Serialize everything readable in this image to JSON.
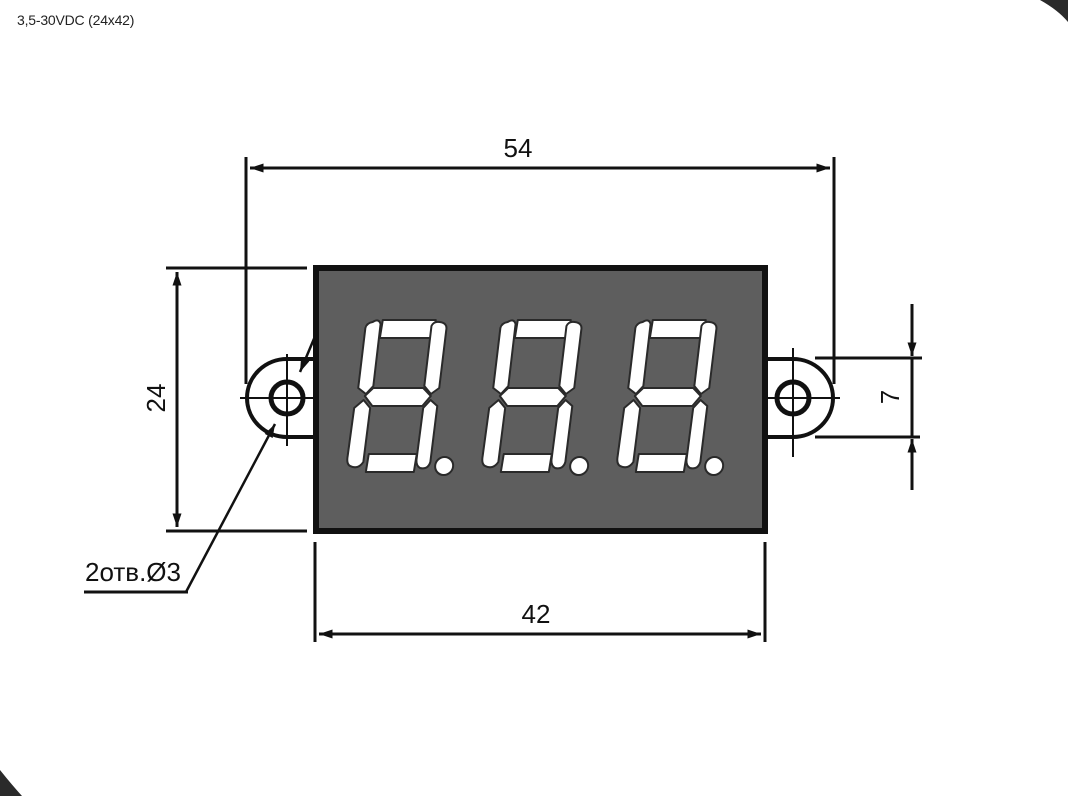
{
  "caption": "3,5-30VDC (24x42)",
  "dimensions": {
    "overall_width": "54",
    "body_width": "42",
    "body_height": "24",
    "tab_height": "7"
  },
  "hole_note": "2отв.Ø3",
  "display": {
    "digits": [
      "8.",
      "8.",
      "8."
    ],
    "body_color": "#5e5e5e",
    "frame_color": "#111111",
    "segment_color": "#ffffff"
  }
}
